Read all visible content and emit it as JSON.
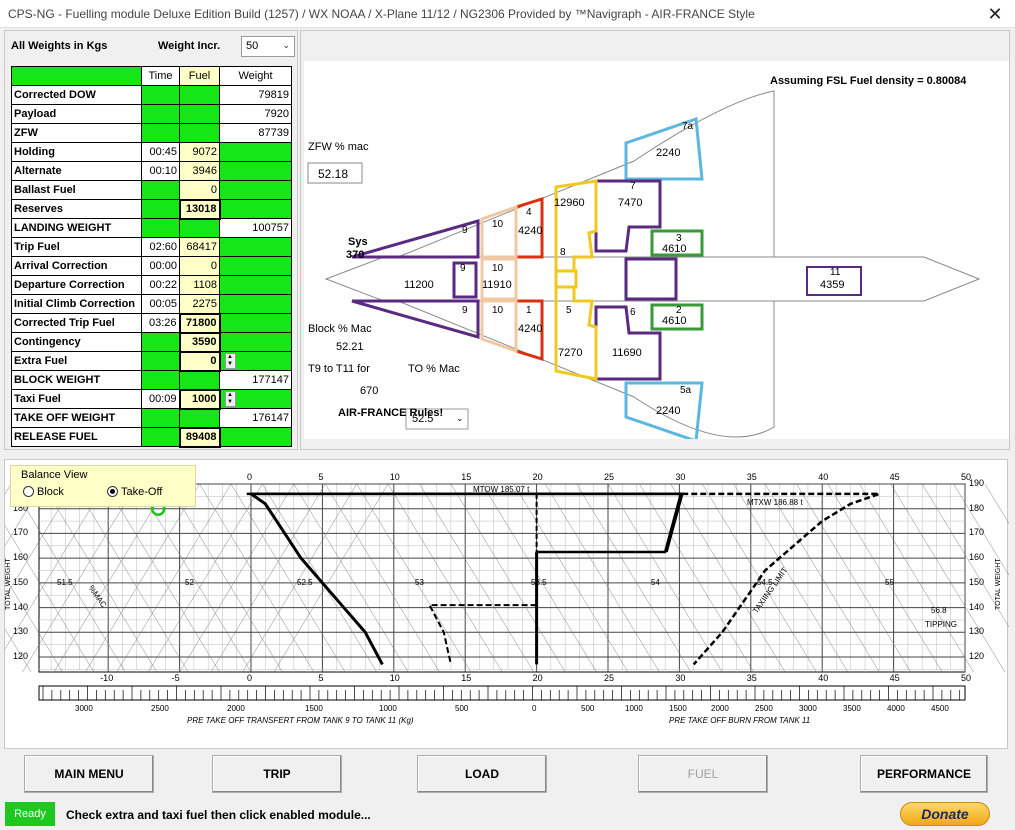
{
  "window": {
    "title": "CPS-NG - Fuelling module  Deluxe Edition Build (1257) / WX NOAA / X-Plane 11/12 / NG2306   Provided by ™Navigraph - AIR-FRANCE Style"
  },
  "weights_panel": {
    "header": "All Weights in Kgs",
    "incr_label": "Weight Incr.",
    "incr_value": "50",
    "columns": [
      "Time",
      "Fuel",
      "Weight"
    ],
    "rows": [
      {
        "label": "Corrected DOW",
        "time": "",
        "fuel": "",
        "weight": "79819"
      },
      {
        "label": "Payload",
        "time": "",
        "fuel": "",
        "weight": "7920"
      },
      {
        "label": "ZFW",
        "time": "",
        "fuel": "",
        "weight": "87739"
      },
      {
        "label": "Holding",
        "time": "00:45",
        "fuel": "9072",
        "weight": ""
      },
      {
        "label": "Alternate",
        "time": "00:10",
        "fuel": "3946",
        "weight": ""
      },
      {
        "label": "Ballast Fuel",
        "time": "",
        "fuel": "0",
        "weight": ""
      },
      {
        "label": "Reserves",
        "time": "",
        "fuel": "13018",
        "weight": ""
      },
      {
        "label": "LANDING WEIGHT",
        "time": "",
        "fuel": "",
        "weight": "100757"
      },
      {
        "label": "Trip Fuel",
        "time": "02:60",
        "fuel": "68417",
        "weight": ""
      },
      {
        "label": "Arrival Correction",
        "time": "00:00",
        "fuel": "0",
        "weight": ""
      },
      {
        "label": "Departure Correction",
        "time": "00:22",
        "fuel": "1108",
        "weight": ""
      },
      {
        "label": "Initial Climb Correction",
        "time": "00:05",
        "fuel": "2275",
        "weight": ""
      },
      {
        "label": "Corrected Trip Fuel",
        "time": "03:26",
        "fuel": "71800",
        "weight": ""
      },
      {
        "label": "Contingency",
        "time": "",
        "fuel": "3590",
        "weight": ""
      },
      {
        "label": "Extra Fuel",
        "time": "",
        "fuel": "0",
        "weight": ""
      },
      {
        "label": "BLOCK WEIGHT",
        "time": "",
        "fuel": "",
        "weight": "177147"
      },
      {
        "label": "Taxi Fuel",
        "time": "00:09",
        "fuel": "1000",
        "weight": ""
      },
      {
        "label": "TAKE OFF WEIGHT",
        "time": "",
        "fuel": "",
        "weight": "176147"
      },
      {
        "label": "RELEASE FUEL",
        "time": "",
        "fuel": "89408",
        "weight": ""
      }
    ]
  },
  "tank_panel": {
    "density_note": "Assuming FSL Fuel density = 0.80084",
    "zfw_mac_label": "ZFW % mac",
    "zfw_mac_value": "52.18",
    "sys_label": "Sys",
    "sys_value": "370",
    "block_mac_label": "Block % Mac",
    "block_mac_value": "52.21",
    "t9_t11_label": "T9 to T11 for",
    "t9_t11_value": "670",
    "to_mac_label": "TO % Mac",
    "to_mac_value": "52.5",
    "rules_note": "AIR-FRANCE Rules!",
    "tanks": [
      {
        "id": "7a",
        "value": "2240"
      },
      {
        "id": "7",
        "value": "7470"
      },
      {
        "id": "9",
        "value": ""
      },
      {
        "id": "10",
        "value": ""
      },
      {
        "id": "4",
        "value": "4240"
      },
      {
        "id": "8",
        "value": "12960"
      },
      {
        "id": "3",
        "value": "4610"
      },
      {
        "id": "9",
        "value": ""
      },
      {
        "id": "10",
        "value": "11910"
      },
      {
        "id": "11",
        "value": "4359"
      },
      {
        "id": "",
        "value": "11200"
      },
      {
        "id": "9",
        "value": ""
      },
      {
        "id": "10",
        "value": ""
      },
      {
        "id": "1",
        "value": "4240"
      },
      {
        "id": "5",
        "value": "7270"
      },
      {
        "id": "6",
        "value": "11690"
      },
      {
        "id": "2",
        "value": "4610"
      },
      {
        "id": "5a",
        "value": "2240"
      },
      {
        "id": "8",
        "value": ""
      }
    ]
  },
  "balance": {
    "title": "Balance View",
    "option_block": "Block",
    "option_takeoff": "Take-Off",
    "selected": "Take-Off",
    "x_ticks": [
      "0",
      "5",
      "10",
      "15",
      "20",
      "25",
      "30",
      "35",
      "40",
      "45",
      "50"
    ],
    "x_ticks_neg": [
      "-10",
      "-5"
    ],
    "y_ticks": [
      "120",
      "130",
      "140",
      "150",
      "160",
      "170",
      "180",
      "190"
    ],
    "y_label": "TOTAL WEIGHT",
    "mtow_label": "MTOW 185.07 t",
    "mtxw_label": "MTXW 186.88 t",
    "taxiing_label": "TAXIING LIMIT",
    "tipping_label": "TIPPING",
    "tipping_value": "56.8",
    "mac_labels": [
      "51.5",
      "%MAC",
      "52",
      "52.5",
      "53",
      "53.5",
      "54",
      "54.5",
      "55"
    ],
    "scale_left": [
      "3000",
      "2500",
      "2000",
      "1500",
      "1000",
      "500",
      "0"
    ],
    "scale_right": [
      "500",
      "1000",
      "1500",
      "2000",
      "2500",
      "3000",
      "3500",
      "4000",
      "4500"
    ],
    "scale_left_label": "PRE TAKE OFF TRANSFERT FROM TANK 9 TO TANK 11 (Kg)",
    "scale_right_label": "PRE TAKE OFF BURN FROM TANK 11"
  },
  "buttons": {
    "main_menu": "MAIN MENU",
    "trip": "TRIP",
    "load": "LOAD",
    "fuel": "FUEL",
    "performance": "PERFORMANCE"
  },
  "status": {
    "ready": "Ready",
    "message": "Check extra and taxi fuel then click enabled module...",
    "donate": "Donate"
  },
  "colors": {
    "green": "#16e516",
    "yellow_cell": "#ffffc8",
    "tank_purple": "#5a2a82",
    "tank_cyan": "#5ab8e0",
    "tank_yellow": "#f0c820",
    "tank_peach": "#f0c8a0",
    "tank_red": "#d83010",
    "tank_green": "#3a9a3a"
  }
}
